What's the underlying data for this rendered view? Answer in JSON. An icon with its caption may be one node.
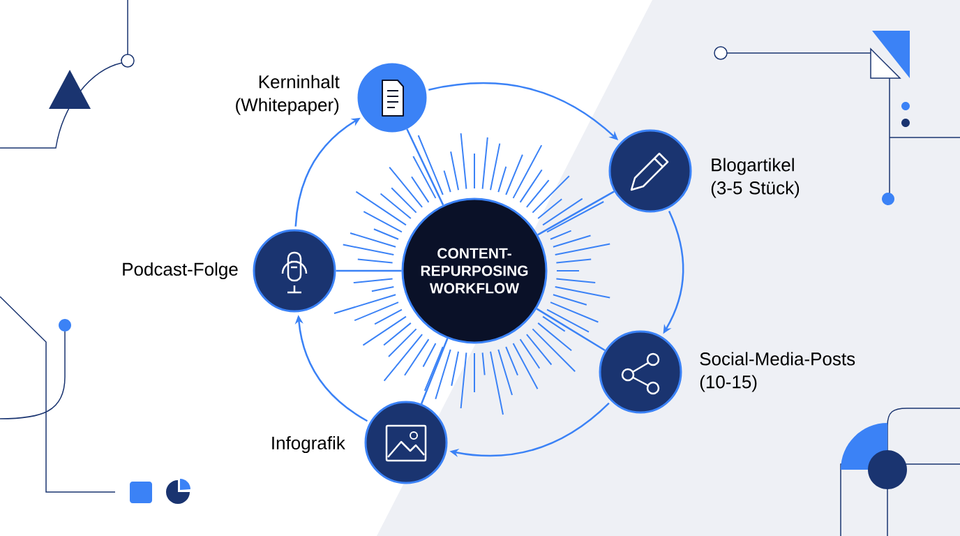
{
  "diagram": {
    "nodes": [
      {
        "text": [
          "CONTENT-REPURPOSING WORKFLOW"
        ]
      },
      {
        "text": [
          "Kerninhalt (Whitepaper)"
        ]
      },
      {
        "text": [
          "Blogartikel (3-5 Stück)"
        ]
      },
      {
        "text": [
          "Social-Media-Posts (10-15)"
        ]
      },
      {
        "text": [
          "Infografik"
        ]
      },
      {
        "text": [
          "Podcast-Folge"
        ]
      }
    ],
    "edges": [
      {
        "from": 1,
        "to": 2,
        "arrow": "to"
      },
      {
        "from": 2,
        "to": 3,
        "arrow": "to"
      },
      {
        "from": 3,
        "to": 4,
        "arrow": "to"
      },
      {
        "from": 4,
        "to": 5,
        "arrow": "to"
      },
      {
        "from": 5,
        "to": 1,
        "arrow": "to"
      },
      {
        "from": 0,
        "to": 1,
        "arrow": "none"
      },
      {
        "from": 0,
        "to": 2,
        "arrow": "none"
      },
      {
        "from": 0,
        "to": 3,
        "arrow": "none"
      },
      {
        "from": 0,
        "to": 4,
        "arrow": "none"
      },
      {
        "from": 0,
        "to": 5,
        "arrow": "none"
      }
    ]
  }
}
